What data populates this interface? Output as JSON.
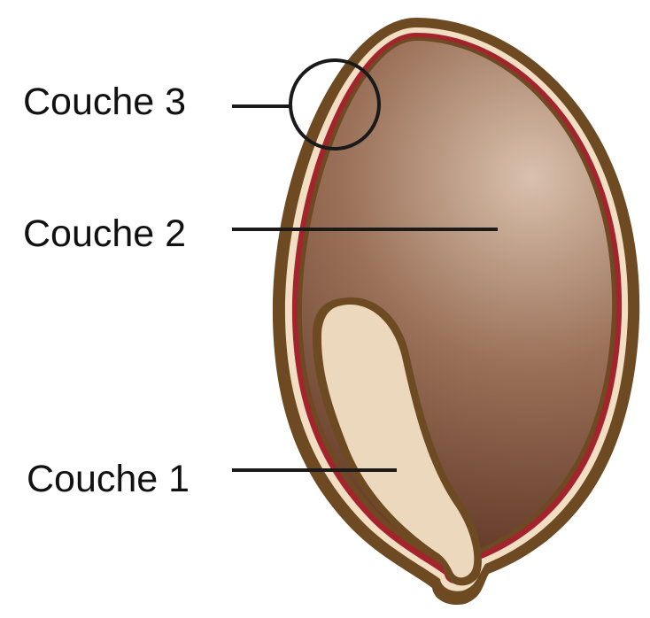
{
  "labels": {
    "layer3": "Couche 3",
    "layer2": "Couche 2",
    "layer1": "Couche 1"
  },
  "colors": {
    "outer_brown": "#6e4a23",
    "seed_coat": "#f2dfc3",
    "red_line": "#a3242c",
    "endosperm_light": "#d9c1ad",
    "endosperm_mid": "#9b7159",
    "endosperm_dark": "#5a3221",
    "embryo": "#ecd9bd",
    "leader": "#1a1a1a"
  },
  "icons": {
    "seed": "seed-icon",
    "magnifier": "highlight-circle-icon"
  }
}
